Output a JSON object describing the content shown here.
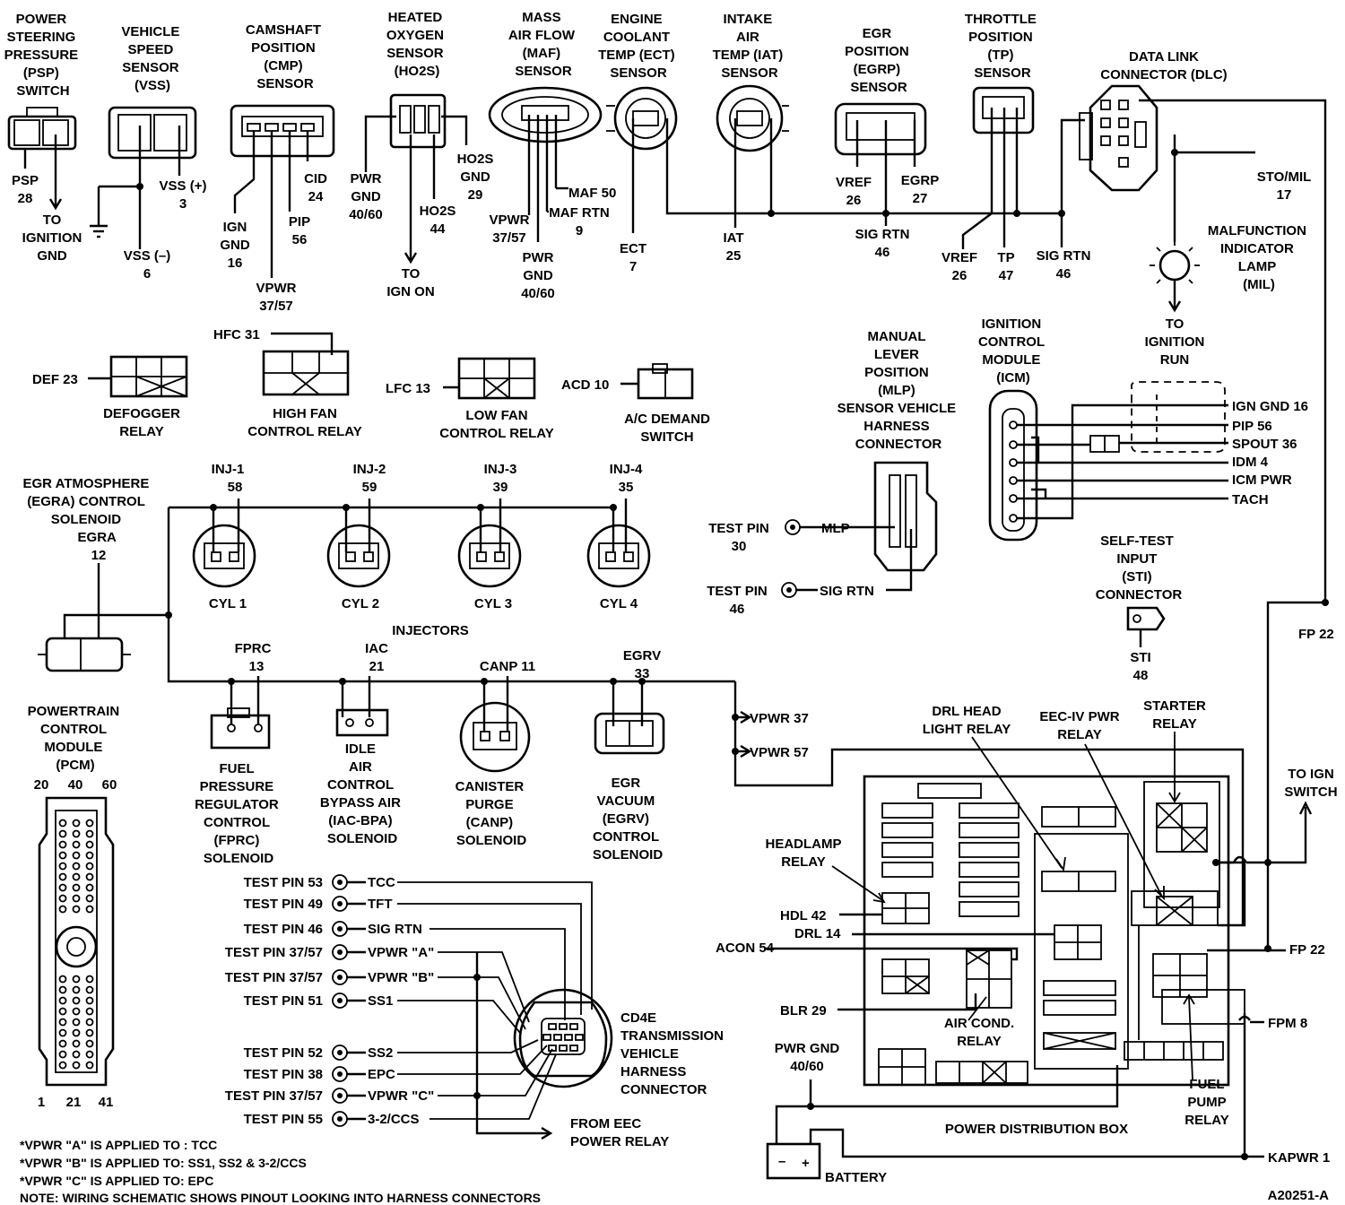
{
  "figure_id": "A20251-A",
  "sensors": {
    "psp": {
      "title": [
        "POWER",
        "STEERING",
        "PRESSURE",
        "(PSP)",
        "SWITCH"
      ],
      "pin": [
        "PSP",
        "28"
      ],
      "to": [
        "TO",
        "IGNITION",
        "GND"
      ]
    },
    "vss": {
      "title": [
        "VEHICLE",
        "SPEED",
        "SENSOR",
        "(VSS)"
      ],
      "plus": [
        "VSS (+)",
        "3"
      ],
      "minus": [
        "VSS (–)",
        "6"
      ]
    },
    "cmp": {
      "title": [
        "CAMSHAFT",
        "POSITION",
        "(CMP)",
        "SENSOR"
      ],
      "ign_gnd": [
        "IGN",
        "GND",
        "16"
      ],
      "pip": [
        "PIP",
        "56"
      ],
      "cid": [
        "CID",
        "24"
      ],
      "vpwr": [
        "VPWR",
        "37/57"
      ]
    },
    "ho2s": {
      "title": [
        "HEATED",
        "OXYGEN",
        "SENSOR",
        "(HO2S)"
      ],
      "pwr_gnd": [
        "PWR",
        "GND",
        "40/60"
      ],
      "ho2s_gnd": [
        "HO2S",
        "GND",
        "29"
      ],
      "ho2s": [
        "HO2S",
        "44"
      ],
      "to": [
        "TO",
        "IGN ON"
      ]
    },
    "maf": {
      "title": [
        "MASS",
        "AIR FLOW",
        "(MAF)",
        "SENSOR"
      ],
      "vpwr": [
        "VPWR",
        "37/57"
      ],
      "maf": "MAF 50",
      "maf_rtn": [
        "MAF RTN",
        "9"
      ],
      "pwr_gnd": [
        "PWR",
        "GND",
        "40/60"
      ]
    },
    "ect": {
      "title": [
        "ENGINE",
        "COOLANT",
        "TEMP (ECT)",
        "SENSOR"
      ],
      "pin": [
        "ECT",
        "7"
      ]
    },
    "iat": {
      "title": [
        "INTAKE",
        "AIR",
        "TEMP (IAT)",
        "SENSOR"
      ],
      "pin": [
        "IAT",
        "25"
      ]
    },
    "egrp": {
      "title": [
        "EGR",
        "POSITION",
        "(EGRP)",
        "SENSOR"
      ],
      "vref": [
        "VREF",
        "26"
      ],
      "egrp": [
        "EGRP",
        "27"
      ],
      "sig_rtn": [
        "SIG RTN",
        "46"
      ]
    },
    "tp": {
      "title": [
        "THROTTLE",
        "POSITION",
        "(TP)",
        "SENSOR"
      ],
      "vref": [
        "VREF",
        "26"
      ],
      "tp": [
        "TP",
        "47"
      ],
      "sig_rtn": [
        "SIG RTN",
        "46"
      ]
    },
    "dlc": {
      "title": [
        "DATA LINK",
        "CONNECTOR (DLC)"
      ],
      "sto": [
        "STO/MIL",
        "17"
      ]
    },
    "mil": {
      "title": [
        "MALFUNCTION",
        "INDICATOR",
        "LAMP",
        "(MIL)"
      ],
      "to": [
        "TO",
        "IGNITION",
        "RUN"
      ]
    }
  },
  "relays": {
    "defogger": {
      "pin": "DEF 23",
      "title": [
        "DEFOGGER",
        "RELAY"
      ]
    },
    "high_fan": {
      "pin": "HFC 31",
      "title": [
        "HIGH FAN",
        "CONTROL RELAY"
      ]
    },
    "low_fan": {
      "pin": "LFC 13",
      "title": [
        "LOW FAN",
        "CONTROL RELAY"
      ]
    },
    "acd": {
      "pin": "ACD 10",
      "title": [
        "A/C DEMAND",
        "SWITCH"
      ]
    }
  },
  "mlp": {
    "title": [
      "MANUAL",
      "LEVER",
      "POSITION",
      "(MLP)",
      "SENSOR VEHICLE",
      "HARNESS",
      "CONNECTOR"
    ],
    "test30": [
      "TEST PIN",
      "30"
    ],
    "mlp": "MLP",
    "test46": [
      "TEST PIN",
      "46"
    ],
    "sig_rtn": "SIG RTN"
  },
  "icm": {
    "title": [
      "IGNITION",
      "CONTROL",
      "MODULE",
      "(ICM)"
    ],
    "pins": [
      "IGN GND 16",
      "PIP 56",
      "SPOUT 36",
      "IDM 4",
      "ICM PWR",
      "TACH"
    ]
  },
  "sti": {
    "title": [
      "SELF-TEST",
      "INPUT",
      "(STI)",
      "CONNECTOR"
    ],
    "pin": [
      "STI",
      "48"
    ]
  },
  "egra": {
    "title": [
      "EGR ATMOSPHERE",
      "(EGRA) CONTROL",
      "SOLENOID",
      "EGRA",
      "12"
    ]
  },
  "injectors": {
    "items": [
      {
        "name": "INJ-1",
        "pin": "58",
        "cyl": "CYL 1"
      },
      {
        "name": "INJ-2",
        "pin": "59",
        "cyl": "CYL 2"
      },
      {
        "name": "INJ-3",
        "pin": "39",
        "cyl": "CYL 3"
      },
      {
        "name": "INJ-4",
        "pin": "35",
        "cyl": "CYL 4"
      }
    ],
    "label": "INJECTORS"
  },
  "solenoids": {
    "fprc": {
      "top": [
        "FPRC",
        "13"
      ],
      "title": [
        "FUEL",
        "PRESSURE",
        "REGULATOR",
        "CONTROL",
        "(FPRC)",
        "SOLENOID"
      ]
    },
    "iac": {
      "top": [
        "IAC",
        "21"
      ],
      "title": [
        "IDLE",
        "AIR",
        "CONTROL",
        "BYPASS AIR",
        "(IAC-BPA)",
        "SOLENOID"
      ]
    },
    "canp": {
      "top": [
        "CANP 11"
      ],
      "title": [
        "CANISTER",
        "PURGE",
        "(CANP)",
        "SOLENOID"
      ]
    },
    "egrv": {
      "top": [
        "EGRV",
        "33"
      ],
      "title": [
        "EGR",
        "VACUUM",
        "(EGRV)",
        "CONTROL",
        "SOLENOID"
      ]
    },
    "vpwr37": "VPWR 37",
    "vpwr57": "VPWR 57"
  },
  "pcm": {
    "title": [
      "POWERTRAIN",
      "CONTROL",
      "MODULE",
      "(PCM)"
    ],
    "top_pins": [
      "20",
      "40",
      "60"
    ],
    "bottom_pins": [
      "1",
      "21",
      "41"
    ]
  },
  "cd4e": {
    "pins": [
      {
        "test": "TEST PIN 53",
        "sig": "TCC"
      },
      {
        "test": "TEST PIN 49",
        "sig": "TFT"
      },
      {
        "test": "TEST PIN 46",
        "sig": "SIG RTN"
      },
      {
        "test": "TEST PIN 37/57",
        "sig": "VPWR \"A\""
      },
      {
        "test": "TEST PIN 37/57",
        "sig": "VPWR \"B\""
      },
      {
        "test": "TEST PIN 51",
        "sig": "SS1"
      },
      {
        "test": "TEST PIN 52",
        "sig": "SS2"
      },
      {
        "test": "TEST PIN 38",
        "sig": "EPC"
      },
      {
        "test": "TEST PIN 37/57",
        "sig": "VPWR \"C\""
      },
      {
        "test": "TEST PIN 55",
        "sig": "3-2/CCS"
      }
    ],
    "title": [
      "CD4E",
      "TRANSMISSION",
      "VEHICLE",
      "HARNESS",
      "CONNECTOR"
    ],
    "from": [
      "FROM EEC",
      "POWER RELAY"
    ]
  },
  "notes": [
    "*VPWR \"A\" IS APPLIED TO : TCC",
    "*VPWR \"B\" IS APPLIED TO: SS1, SS2 & 3-2/CCS",
    "*VPWR \"C\" IS APPLIED TO: EPC",
    "NOTE: WIRING SCHEMATIC SHOWS PINOUT  LOOKING INTO HARNESS CONNECTORS"
  ],
  "pdb": {
    "drl": [
      "DRL HEAD",
      "LIGHT RELAY"
    ],
    "eec": [
      "EEC-IV PWR",
      "RELAY"
    ],
    "starter": [
      "STARTER",
      "RELAY"
    ],
    "headlamp": [
      "HEADLAMP",
      "RELAY"
    ],
    "hdl": "HDL 42",
    "drl14": "DRL 14",
    "acon": "ACON 54",
    "blr": "BLR 29",
    "aircond": [
      "AIR COND.",
      "RELAY"
    ],
    "pwr_gnd": [
      "PWR GND",
      "40/60"
    ],
    "battery": "BATTERY",
    "box": "POWER DISTRIBUTION BOX",
    "fuel_pump": [
      "FUEL",
      "PUMP",
      "RELAY"
    ],
    "to_ign": [
      "TO IGN",
      "SWITCH"
    ],
    "fp22a": "FP 22",
    "fp22b": "FP 22",
    "fpm": "FPM 8",
    "kapwr": "KAPWR 1"
  }
}
